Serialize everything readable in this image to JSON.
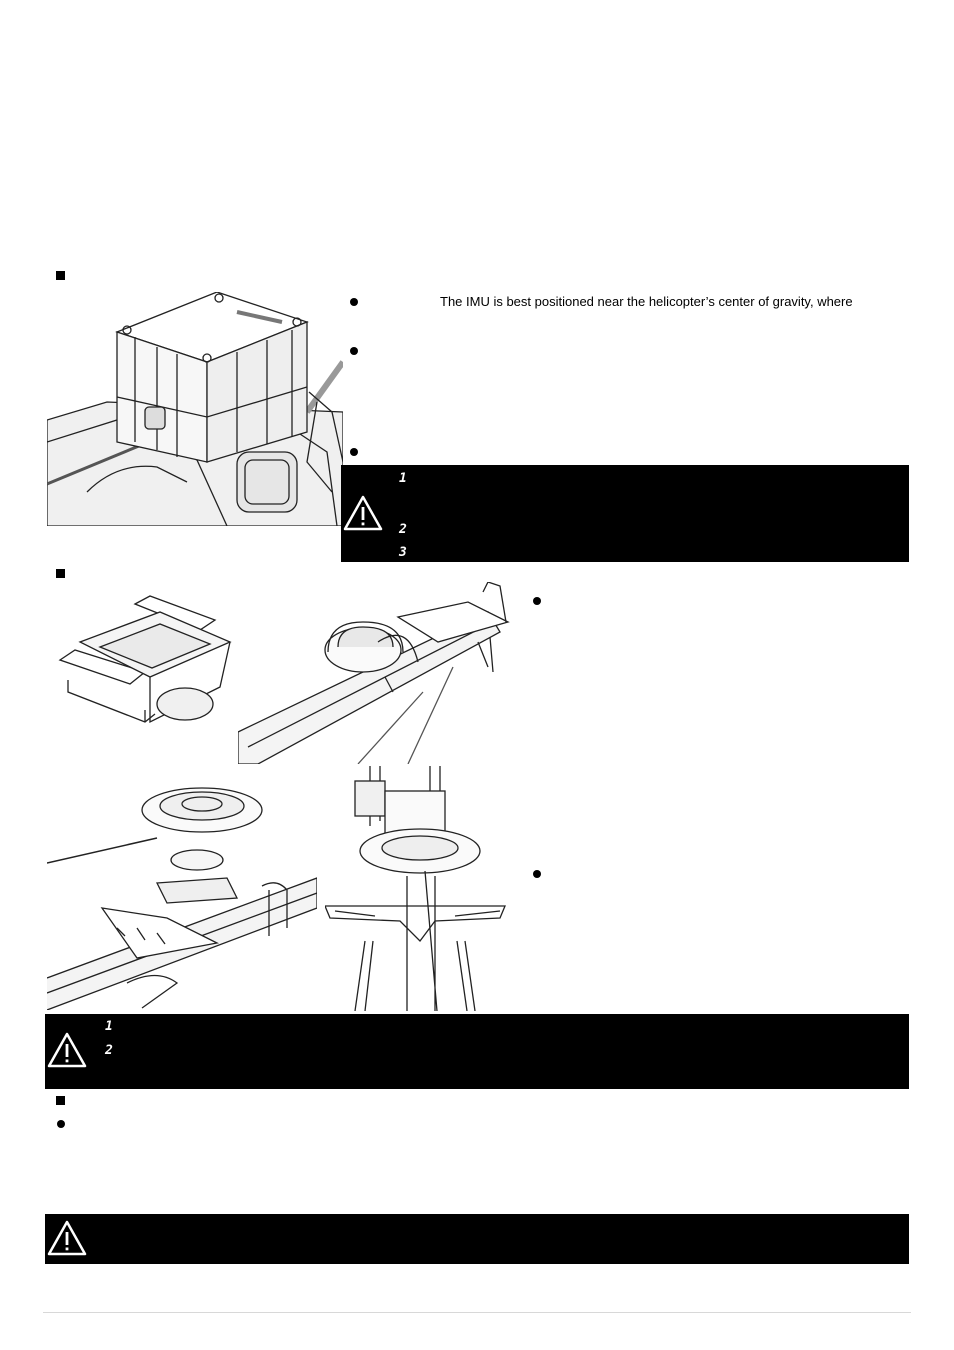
{
  "imu_section": {
    "bullet_1_text": "The IMU is best positioned near the helicopter’s center of gravity, where"
  },
  "imu_warning": {
    "items": [
      "1",
      "2",
      "3"
    ]
  },
  "gps_warning": {
    "items": [
      "1",
      "2"
    ]
  },
  "icons": {
    "warning": "warning-triangle-icon",
    "square": "square-bullet-icon",
    "dot": "dot-bullet-icon"
  }
}
